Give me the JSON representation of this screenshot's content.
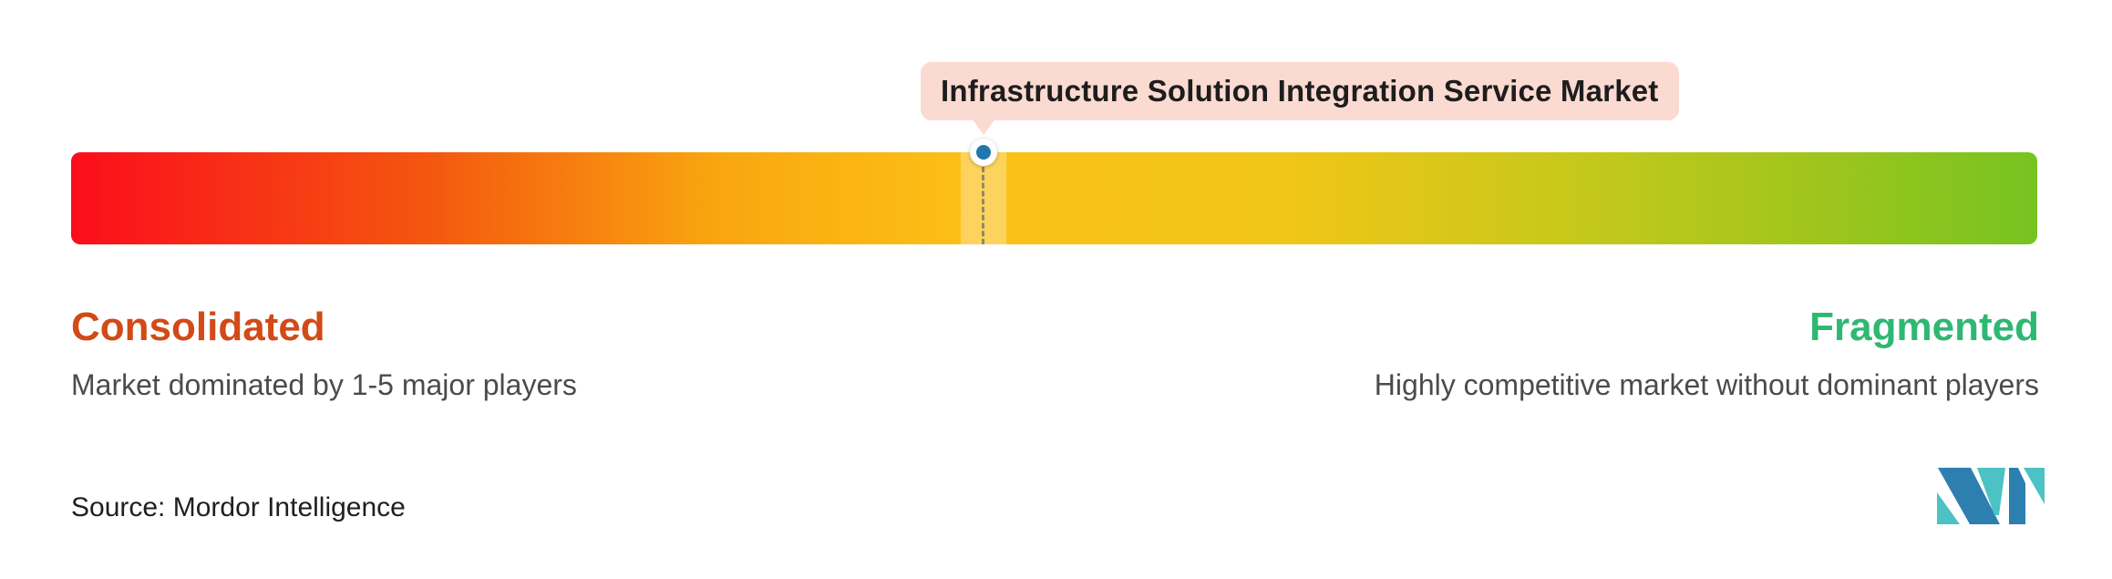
{
  "tooltip": {
    "label": "Infrastructure Solution Integration Service Market",
    "background_color": "#fbdad2",
    "text_color": "#1d1d1d"
  },
  "spectrum": {
    "left_end": {
      "title": "Consolidated",
      "title_color": "#d14a17",
      "description": "Market dominated by 1-5 major players"
    },
    "right_end": {
      "title": "Fragmented",
      "title_color": "#2eb873",
      "description": "Highly competitive market without dominant players"
    },
    "description_color": "#4b4b4b",
    "marker_color": "#2176ae"
  },
  "source": {
    "label": "Source: Mordor Intelligence"
  },
  "logo": {
    "name": "mordor-intelligence-logo",
    "teal": "#4cc2c4",
    "blue": "#2d7fb0"
  },
  "chart_data": {
    "type": "bar",
    "subtype": "market-concentration-spectrum-gauge",
    "title": "Infrastructure Solution Integration Service Market",
    "scale": [
      "Consolidated",
      "Fragmented"
    ],
    "scale_descriptions": [
      "Market dominated by 1-5 major players",
      "Highly competitive market without dominant players"
    ],
    "marker_position_pct": 46.4,
    "highlight_band_width_pct": 2.3,
    "gradient_stops": [
      {
        "pct": 0,
        "color": "#fb0d1c"
      },
      {
        "pct": 18,
        "color": "#f4560f"
      },
      {
        "pct": 33,
        "color": "#f9a70f"
      },
      {
        "pct": 46,
        "color": "#fcc117"
      },
      {
        "pct": 62,
        "color": "#f0c618"
      },
      {
        "pct": 78,
        "color": "#c2c81b"
      },
      {
        "pct": 89,
        "color": "#9ec51d"
      },
      {
        "pct": 100,
        "color": "#77c320"
      }
    ],
    "legend_position": "none",
    "grid": false
  }
}
